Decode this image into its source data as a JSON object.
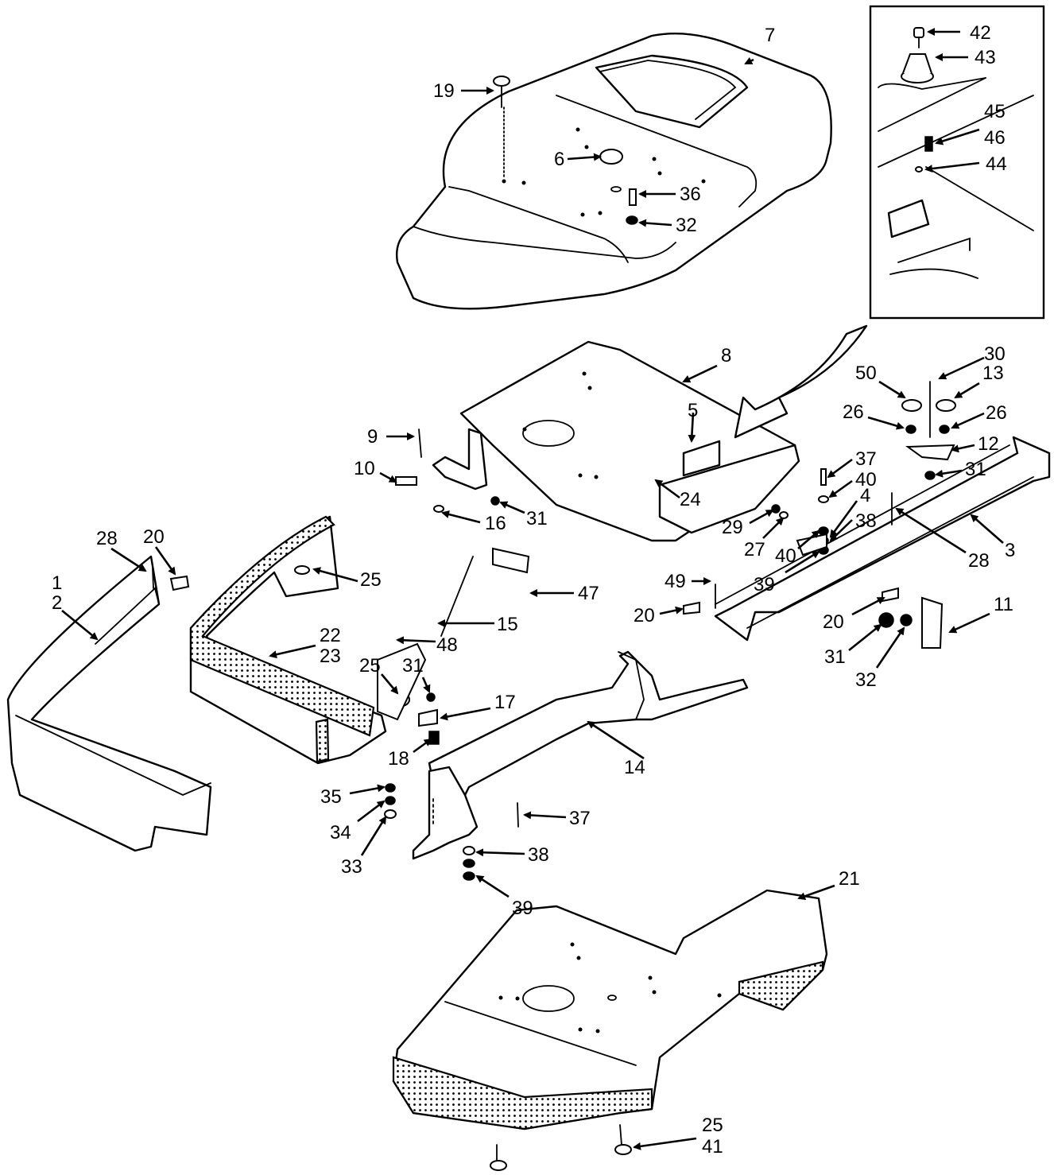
{
  "diagram": {
    "type": "exploded-parts-diagram",
    "callouts": [
      {
        "id": "c1",
        "label": "1"
      },
      {
        "id": "c2",
        "label": "2"
      },
      {
        "id": "c3",
        "label": "3"
      },
      {
        "id": "c4",
        "label": "4"
      },
      {
        "id": "c5",
        "label": "5"
      },
      {
        "id": "c6",
        "label": "6"
      },
      {
        "id": "c7",
        "label": "7"
      },
      {
        "id": "c8",
        "label": "8"
      },
      {
        "id": "c9",
        "label": "9"
      },
      {
        "id": "c10",
        "label": "10"
      },
      {
        "id": "c11",
        "label": "11"
      },
      {
        "id": "c12",
        "label": "12"
      },
      {
        "id": "c13",
        "label": "13"
      },
      {
        "id": "c14",
        "label": "14"
      },
      {
        "id": "c15",
        "label": "15"
      },
      {
        "id": "c16",
        "label": "16"
      },
      {
        "id": "c17",
        "label": "17"
      },
      {
        "id": "c18",
        "label": "18"
      },
      {
        "id": "c19",
        "label": "19"
      },
      {
        "id": "c20a",
        "label": "20"
      },
      {
        "id": "c20b",
        "label": "20"
      },
      {
        "id": "c20c",
        "label": "20"
      },
      {
        "id": "c21",
        "label": "21"
      },
      {
        "id": "c22",
        "label": "22"
      },
      {
        "id": "c23",
        "label": "23"
      },
      {
        "id": "c24",
        "label": "24"
      },
      {
        "id": "c25a",
        "label": "25"
      },
      {
        "id": "c25b",
        "label": "25"
      },
      {
        "id": "c25c",
        "label": "25"
      },
      {
        "id": "c26a",
        "label": "26"
      },
      {
        "id": "c26b",
        "label": "26"
      },
      {
        "id": "c27",
        "label": "27"
      },
      {
        "id": "c28a",
        "label": "28"
      },
      {
        "id": "c28b",
        "label": "28"
      },
      {
        "id": "c29",
        "label": "29"
      },
      {
        "id": "c30",
        "label": "30"
      },
      {
        "id": "c31a",
        "label": "31"
      },
      {
        "id": "c31b",
        "label": "31"
      },
      {
        "id": "c31c",
        "label": "31"
      },
      {
        "id": "c31d",
        "label": "31"
      },
      {
        "id": "c32a",
        "label": "32"
      },
      {
        "id": "c32b",
        "label": "32"
      },
      {
        "id": "c33",
        "label": "33"
      },
      {
        "id": "c34",
        "label": "34"
      },
      {
        "id": "c35",
        "label": "35"
      },
      {
        "id": "c36",
        "label": "36"
      },
      {
        "id": "c37a",
        "label": "37"
      },
      {
        "id": "c37b",
        "label": "37"
      },
      {
        "id": "c38a",
        "label": "38"
      },
      {
        "id": "c38b",
        "label": "38"
      },
      {
        "id": "c39a",
        "label": "39"
      },
      {
        "id": "c39b",
        "label": "39"
      },
      {
        "id": "c40a",
        "label": "40"
      },
      {
        "id": "c40b",
        "label": "40"
      },
      {
        "id": "c41",
        "label": "41"
      },
      {
        "id": "c42",
        "label": "42"
      },
      {
        "id": "c43",
        "label": "43"
      },
      {
        "id": "c44",
        "label": "44"
      },
      {
        "id": "c45",
        "label": "45"
      },
      {
        "id": "c46",
        "label": "46"
      },
      {
        "id": "c47",
        "label": "47"
      },
      {
        "id": "c48",
        "label": "48"
      },
      {
        "id": "c49",
        "label": "49"
      },
      {
        "id": "c50",
        "label": "50"
      }
    ]
  }
}
